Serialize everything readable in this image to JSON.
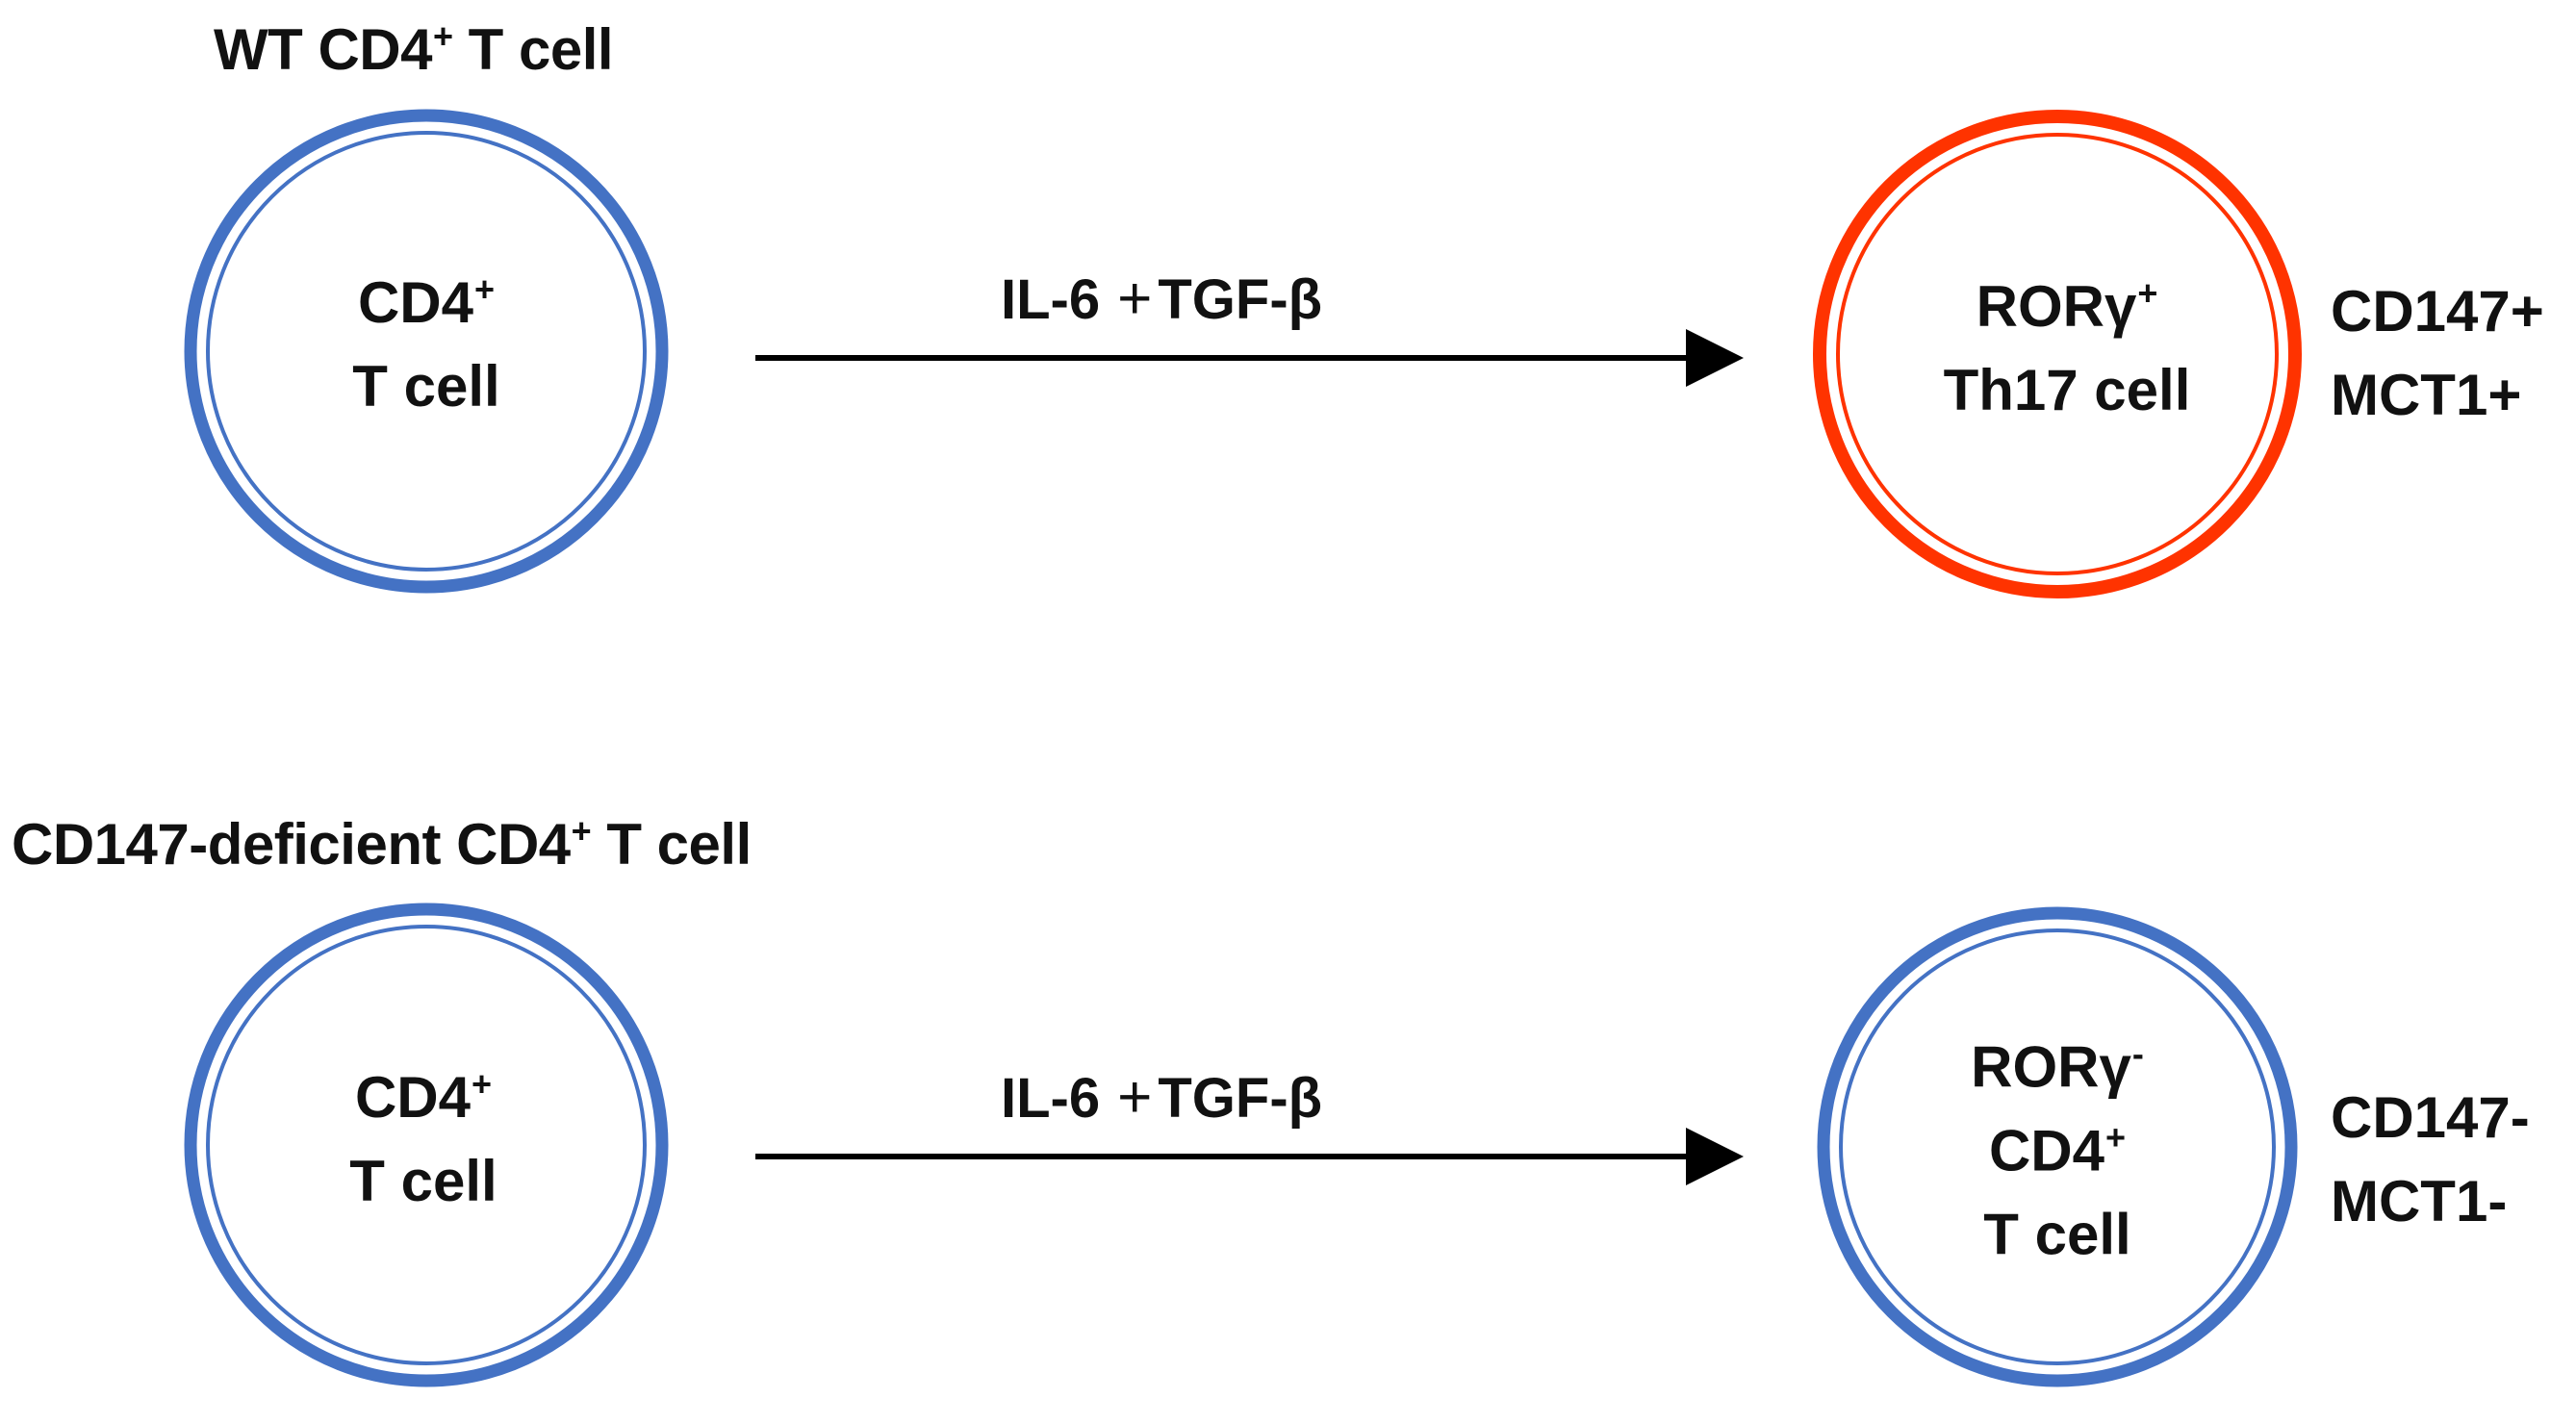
{
  "colors": {
    "wt_cell": "#4472c4",
    "th17_cell": "#ff3300",
    "arrow": "#000000",
    "text": "#111111"
  },
  "top_row": {
    "title": {
      "main": "WT CD4",
      "sup": "+",
      "rest": " T cell"
    },
    "source_cell": {
      "line1_main": "CD4",
      "line1_sup": "+",
      "line2": "T cell"
    },
    "arrow_label": {
      "left": "IL-6",
      "plus": "+",
      "right": "TGF-β"
    },
    "target_cell": {
      "line1_main": "RORγ",
      "line1_sup": "+",
      "line2": "Th17 cell"
    },
    "markers": [
      "CD147+",
      "MCT1+"
    ]
  },
  "bottom_row": {
    "title": {
      "main": "CD147-deficient CD4",
      "sup": "+",
      "rest": " T cell"
    },
    "source_cell": {
      "line1_main": "CD4",
      "line1_sup": "+",
      "line2": "T cell"
    },
    "arrow_label": {
      "left": "IL-6",
      "plus": "+",
      "right": "TGF-β"
    },
    "target_cell": {
      "line1_main": "RORγ",
      "line1_sup": "-",
      "line2_main": "CD4",
      "line2_sup": "+",
      "line3": "T cell"
    },
    "markers": [
      "CD147-",
      "MCT1-"
    ]
  }
}
